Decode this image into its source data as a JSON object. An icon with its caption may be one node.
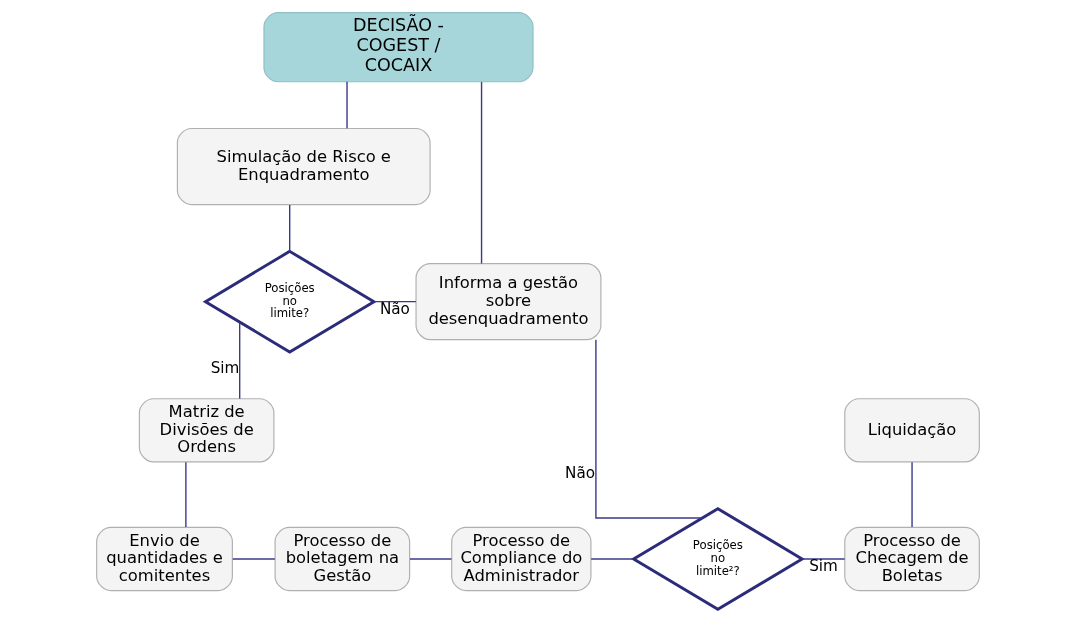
{
  "diagram": {
    "nodes": [
      {
        "text": [
          "DECISÃO - COGEST / COCAIX"
        ]
      },
      {
        "text": [
          "Simulação de Risco e Enquadramento"
        ]
      },
      {
        "text": [
          "Posições no limite?"
        ]
      },
      {
        "text": [
          "Informa a gestão sobre desenquadramento"
        ]
      },
      {
        "text": [
          "Matriz de Divisões de Ordens"
        ]
      },
      {
        "text": [
          "Liquidação"
        ]
      },
      {
        "text": [
          "Envio de quantidades e comitentes"
        ]
      },
      {
        "text": [
          "Processo de boletagem na Gestão"
        ]
      },
      {
        "text": [
          "Processo de Compliance do Administrador"
        ]
      },
      {
        "text": [
          "Posições no limite²?"
        ]
      },
      {
        "text": [
          "Processo de Checagem de Boletas"
        ]
      }
    ],
    "edges": [
      {
        "from": 0,
        "to": 1,
        "arrow": "none"
      },
      {
        "from": 0,
        "to": 3,
        "arrow": "none"
      },
      {
        "from": 1,
        "to": 2,
        "arrow": "none"
      },
      {
        "from": 2,
        "to": 3,
        "arrow": "none",
        "label": "Não"
      },
      {
        "from": 2,
        "to": 4,
        "arrow": "none",
        "label": "Sim"
      },
      {
        "from": 4,
        "to": 6,
        "arrow": "none"
      },
      {
        "from": 6,
        "to": 7,
        "arrow": "none"
      },
      {
        "from": 7,
        "to": 8,
        "arrow": "none"
      },
      {
        "from": 8,
        "to": 9,
        "arrow": "none"
      },
      {
        "from": 3,
        "to": 9,
        "arrow": "none",
        "label": "Não"
      },
      {
        "from": 9,
        "to": 10,
        "arrow": "none",
        "label": "Sim"
      },
      {
        "from": 5,
        "to": 10,
        "arrow": "none"
      }
    ]
  }
}
